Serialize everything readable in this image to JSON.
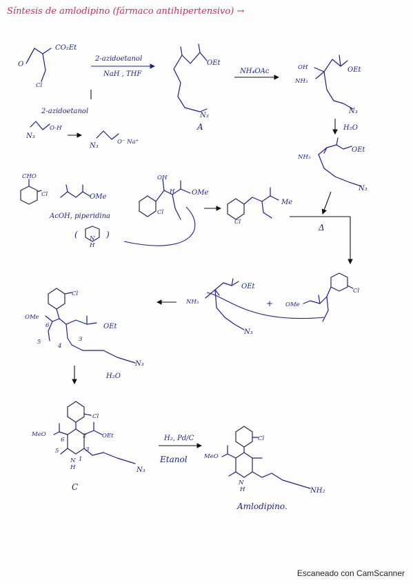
{
  "title": "Síntesis de amlodipino (fármaco antihipertensivo) →",
  "labels": {
    "reagent1_top": "CO₂Et",
    "reagent1_o": "O",
    "reagent1_cl": "Cl",
    "cond1_top": "2-azidoetanol",
    "cond1_bottom": "NaH , THF",
    "azido_label": "2-azidoetanol",
    "n3": "N₃",
    "oh_h": "O-H",
    "o_minus_na": "O⁻ Na⁺",
    "cmpA": "A",
    "oet": "OEt",
    "nh4oac": "NH₄OAc",
    "oh": "OH",
    "nh3": "NH₃",
    "h2o": "H₂O",
    "nh3_2": "NH₃",
    "cho": "CHO",
    "cl": "Cl",
    "ome": "OMe",
    "cond2": "AcOH, piperidina",
    "pip_open": "(",
    "pip_close": ")",
    "pip_n": "N",
    "pip_h": "H",
    "me": "Me",
    "delta": "Δ",
    "plus": "+",
    "ome2": "OMe",
    "num6": "6",
    "num5": "5",
    "num4": "4",
    "num3": "3",
    "num2": "2",
    "num1": "1",
    "h2o_2": "H₂O",
    "meo": "MeO",
    "cmpC": "C",
    "cond3_top": "H₂, Pd/C",
    "cond3_bottom": "Etanol",
    "nh2": "NH₂",
    "amlodipino": "Amlodipino."
  },
  "footer": "Escaneado con CamScanner"
}
